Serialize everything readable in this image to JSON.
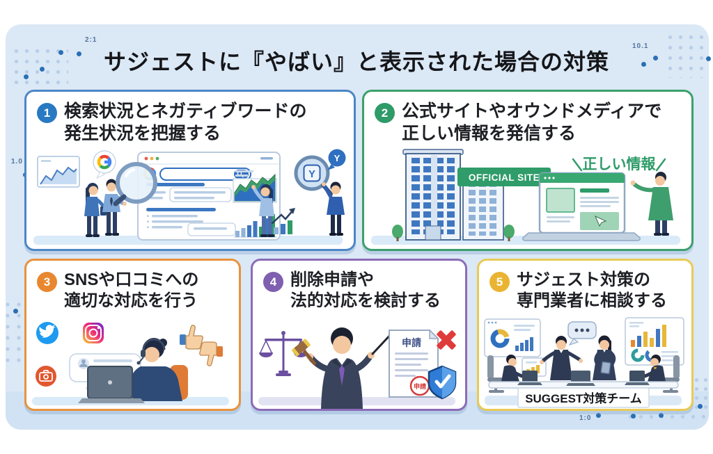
{
  "title": "サジェストに『やばい』と表示された場合の対策",
  "artifacts": {
    "top_left": "2:1",
    "top_right": "10.1",
    "mid_left": "1.0",
    "bottom": "1:0"
  },
  "colors": {
    "canvas": "#dbe8f5",
    "card1_accent": "#4c86c6",
    "card2_accent": "#3aa06d",
    "card3_accent": "#e8923d",
    "card4_accent": "#8b6cb8",
    "card5_accent": "#e9ca55"
  },
  "cards": [
    {
      "number": "1",
      "line1": "検索状況とネガティブワードの",
      "line2": "発生状況を把握する",
      "yahoo_letter": "Y"
    },
    {
      "number": "2",
      "line1": "公式サイトやオウンドメディアで",
      "line2": "正しい情報を発信する",
      "banner": "OFFICIAL SITE",
      "callout": "正しい情報"
    },
    {
      "number": "3",
      "line1": "SNSや口コミへの",
      "line2": "適切な対応を行う"
    },
    {
      "number": "4",
      "line1": "削除申請や",
      "line2": "法的対応を検討する",
      "doc_title": "申請",
      "stamp": "申請"
    },
    {
      "number": "5",
      "line1": "サジェスト対策の",
      "line2": "専門業者に相談する",
      "team_label": "SUGGEST対策チーム"
    }
  ]
}
